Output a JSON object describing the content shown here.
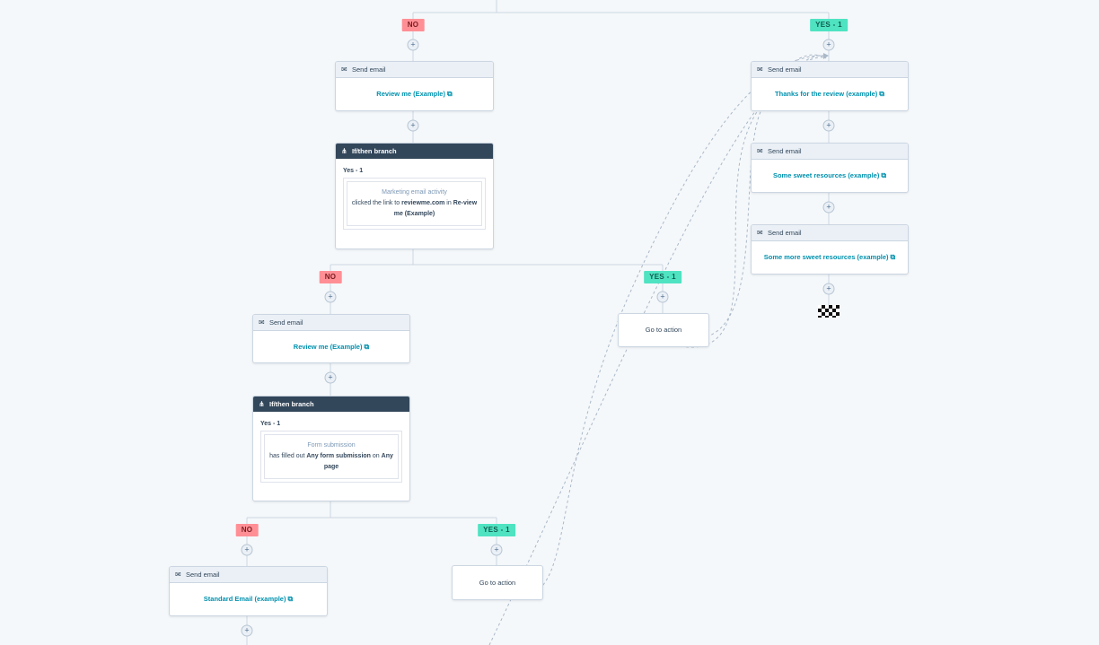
{
  "branches": {
    "no_label": "NO",
    "yes_label": "YES - 1"
  },
  "send_email_cards": [
    {
      "header": "Send email",
      "email": "Review me (Example)"
    },
    {
      "header": "Send email",
      "email": "Thanks for the review (example)"
    },
    {
      "header": "Send email",
      "email": "Some sweet resources (example)"
    },
    {
      "header": "Send email",
      "email": "Some more sweet resources (example)"
    },
    {
      "header": "Send email",
      "email": "Review me (Example)"
    },
    {
      "header": "Send email",
      "email": "Standard Email (example)"
    }
  ],
  "branch_cards": [
    {
      "header": "If/then branch",
      "branch_label": "Yes - 1",
      "condition_title": "Marketing email activity",
      "condition_text_pre": "clicked the link to ",
      "condition_bold_1": "reviewme.com",
      "condition_text_mid": " in ",
      "condition_bold_2": "Re-view me (Example)"
    },
    {
      "header": "If/then branch",
      "branch_label": "Yes - 1",
      "condition_title": "Form submission",
      "condition_text_pre": "has filled out ",
      "condition_bold_1": "Any form submission",
      "condition_text_mid": " on ",
      "condition_bold_2": "Any page"
    }
  ],
  "goto_actions": [
    {
      "label": "Go to action"
    },
    {
      "label": "Go to action"
    }
  ],
  "icons": {
    "email": "envelope-icon",
    "branch": "branch-icon",
    "external_link": "external-link-icon",
    "add": "plus-icon",
    "end": "checkered-flag-icon"
  },
  "colors": {
    "no_badge": "#ff8f95",
    "yes_badge": "#4fe3c2",
    "link": "#0091ae",
    "branch_header": "#33475b",
    "background": "#f5f8fa"
  }
}
